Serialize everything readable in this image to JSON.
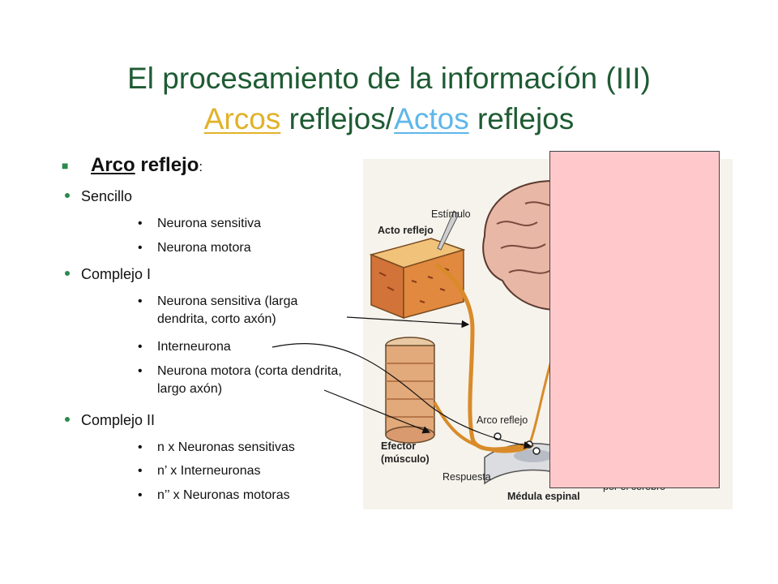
{
  "title": {
    "line1": "El procesamiento de la informacíón (III)",
    "arcos": "Arcos",
    "middle": " reflejos/",
    "actos": "Actos",
    "end": " reflejos"
  },
  "outline": {
    "heading_word1": "Arco",
    "heading_word2": " reflejo",
    "heading_colon": ":",
    "sencillo": {
      "label": "Sencillo",
      "items": [
        "Neurona sensitiva",
        "Neurona motora"
      ]
    },
    "complejo1": {
      "label": "Complejo I",
      "items": [
        "Neurona sensitiva (larga dendrita, corto axón)",
        "Interneurona",
        "Neurona motora (corta dendrita, largo axón)"
      ]
    },
    "complejo2": {
      "label": "Complejo II",
      "items": [
        "n x Neuronas sensitivas",
        "n’ x Interneuronas",
        "n’’ x Neuronas motoras"
      ]
    }
  },
  "figure": {
    "labels": {
      "estimulo": "Estímulo",
      "acto_reflejo": "Acto reflejo",
      "arco_reflejo": "Arco reflejo",
      "efector": "Efector",
      "musculo": "(músculo)",
      "respuesta": "Respuesta",
      "medula": "Médula espinal",
      "partial": "por el cerebro"
    }
  },
  "colors": {
    "title": "#1e5b33",
    "link_gold": "#e1b229",
    "link_blue": "#5fb7ea",
    "bullet_green": "#2c8a4e",
    "redaction": "#ffc9cb"
  }
}
